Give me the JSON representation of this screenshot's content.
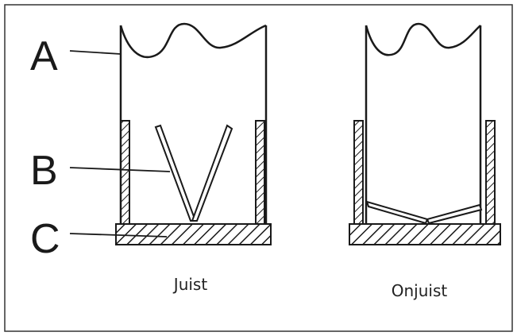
{
  "labels": {
    "a": "A",
    "b": "B",
    "c": "C"
  },
  "captions": {
    "correct": "Juist",
    "incorrect": "Onjuist"
  },
  "colors": {
    "stroke": "#1a1a1a",
    "background": "#ffffff",
    "border": "#333333"
  }
}
